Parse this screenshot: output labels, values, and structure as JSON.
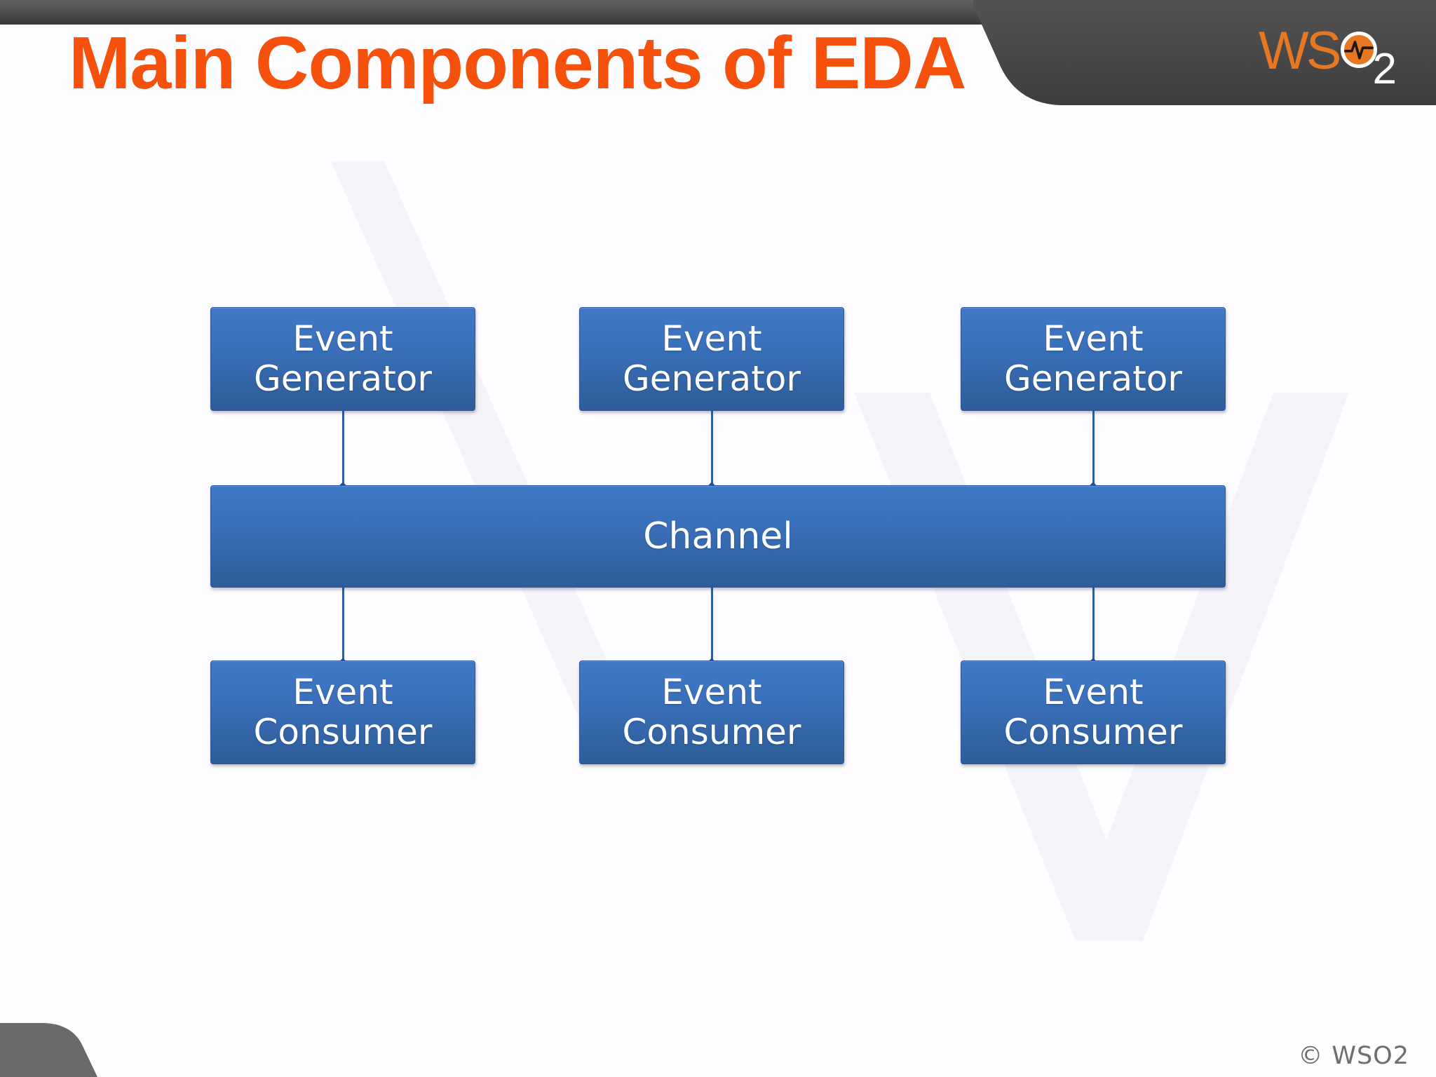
{
  "header": {
    "title": "Main Components of EDA"
  },
  "logo": {
    "ws": "WS",
    "two": "2"
  },
  "diagram": {
    "generators": [
      {
        "line1": "Event",
        "line2": "Generator"
      },
      {
        "line1": "Event",
        "line2": "Generator"
      },
      {
        "line1": "Event",
        "line2": "Generator"
      }
    ],
    "channel": {
      "label": "Channel"
    },
    "consumers": [
      {
        "line1": "Event",
        "line2": "Consumer"
      },
      {
        "line1": "Event",
        "line2": "Consumer"
      },
      {
        "line1": "Event",
        "line2": "Consumer"
      }
    ]
  },
  "footer": {
    "copyright": "© WSO2"
  },
  "colors": {
    "title_orange": "#F5510D",
    "box_gradient_top": "#4079C6",
    "box_gradient_bottom": "#2D5C9A",
    "box_border": "#2B57A0",
    "connector_blue": "#2E5F9E",
    "topbar_gray_top": "#616161",
    "topbar_gray_bottom": "#383838",
    "bottom_corner_gray": "#6A6A6A",
    "footer_gray": "#6E6E6E",
    "logo_orange": "#E87722",
    "logo_pulse_black": "#1A1A1A",
    "background": "#FDFCFE"
  }
}
